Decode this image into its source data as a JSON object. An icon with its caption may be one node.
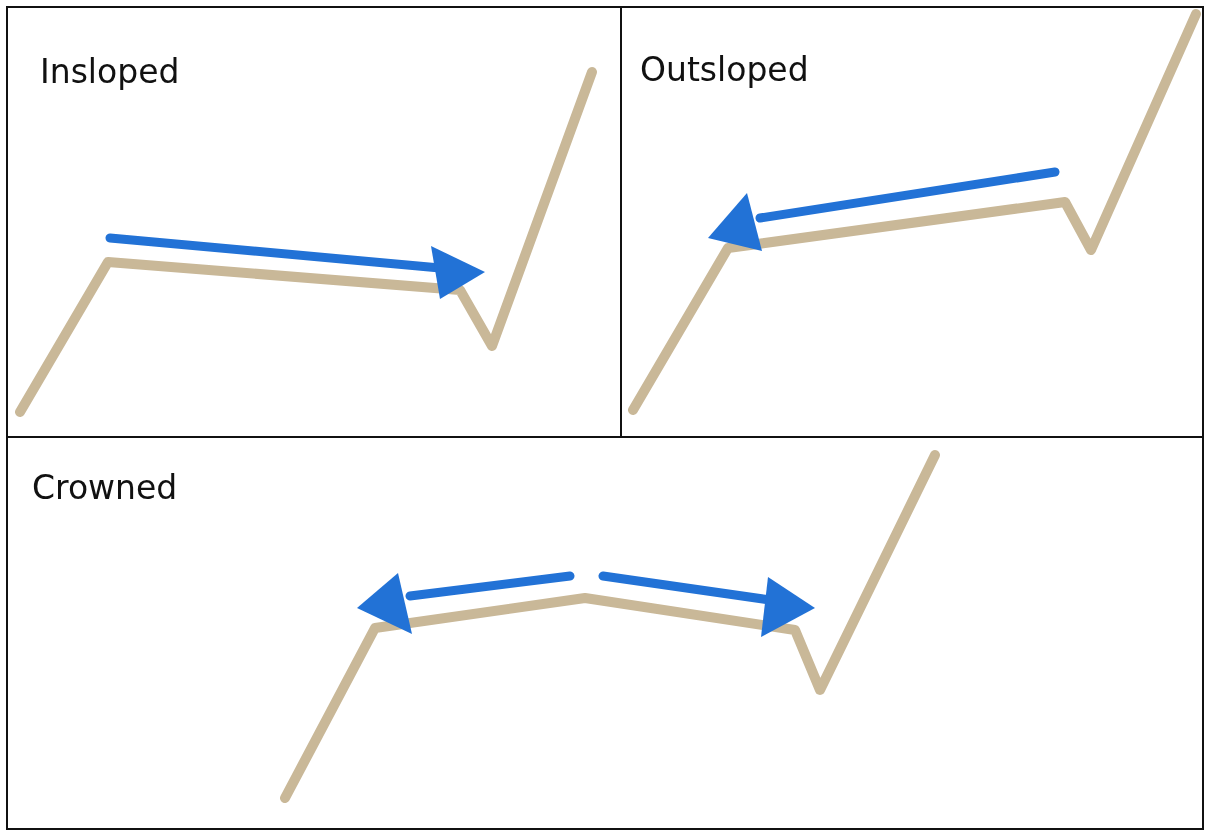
{
  "diagram": {
    "nodes": [
      {
        "text": [
          "Insloped"
        ]
      },
      {
        "text": [
          "Outsloped"
        ]
      },
      {
        "text": [
          "Crowned"
        ]
      }
    ]
  }
}
